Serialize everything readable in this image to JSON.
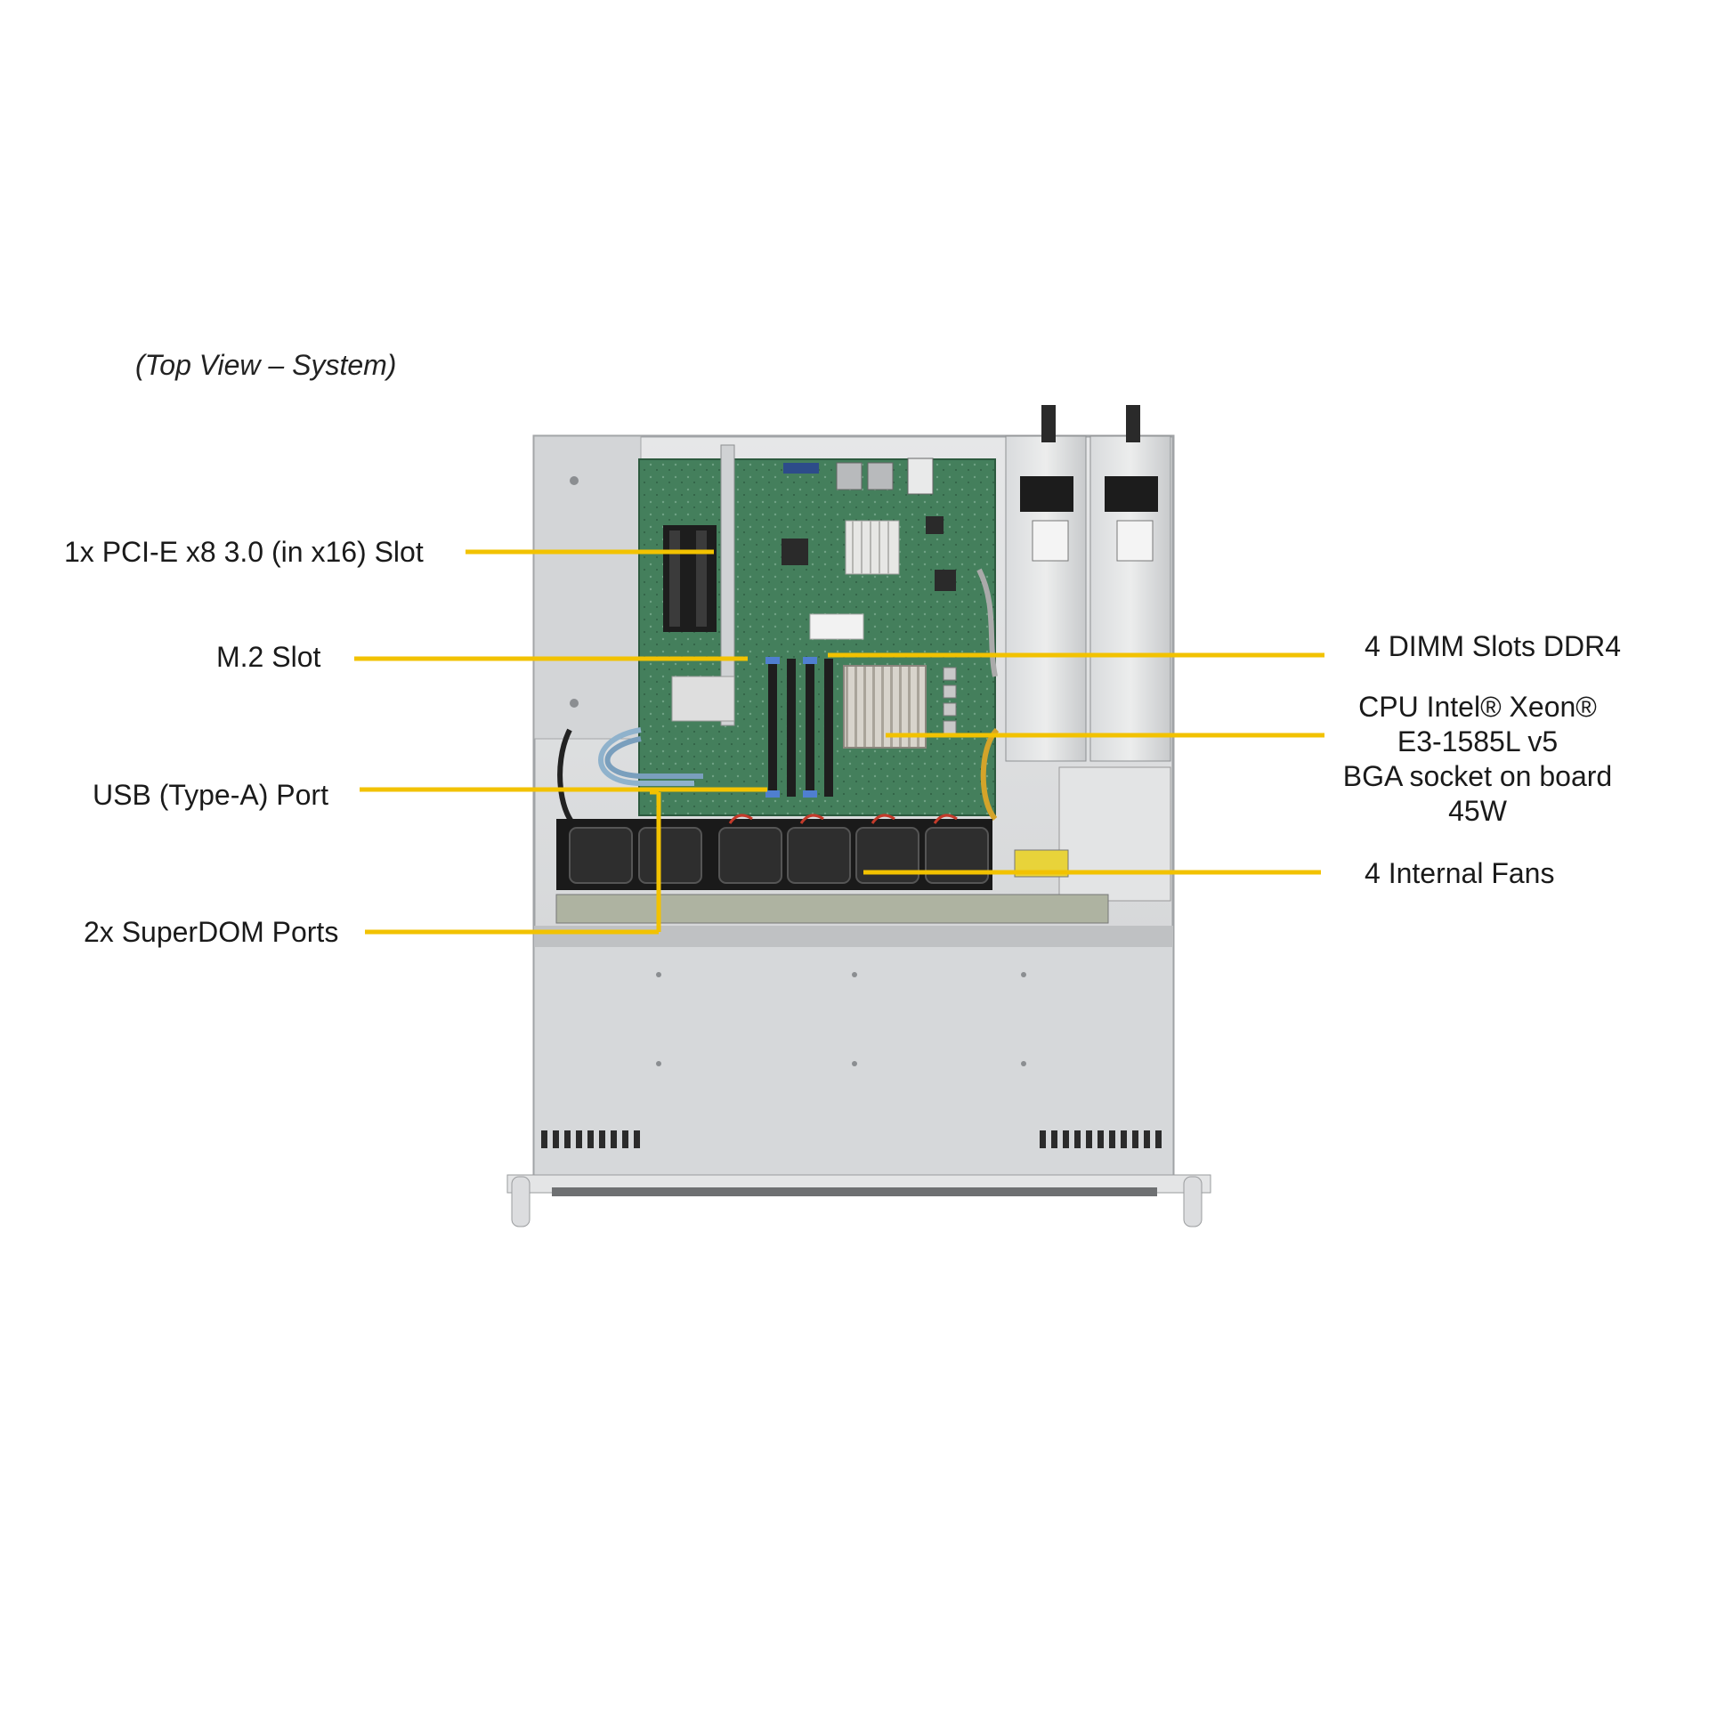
{
  "caption": "(Top View – System)",
  "labels": {
    "pcie": "1x PCI-E x8 3.0 (in x16) Slot",
    "m2": "M.2 Slot",
    "usb": "USB (Type-A) Port",
    "superdom": "2x SuperDOM Ports",
    "dimm": "4 DIMM Slots DDR4",
    "cpu_line1": "CPU Intel® Xeon®",
    "cpu_line2": "E3-1585L v5",
    "cpu_line3": "BGA socket on board",
    "cpu_line4": "45W",
    "fans": "4 Internal Fans"
  },
  "colors": {
    "leader": "#f2c200",
    "chassis": "#c9cbcd",
    "board": "#3f7a58",
    "psu": "#b9bcbf"
  }
}
